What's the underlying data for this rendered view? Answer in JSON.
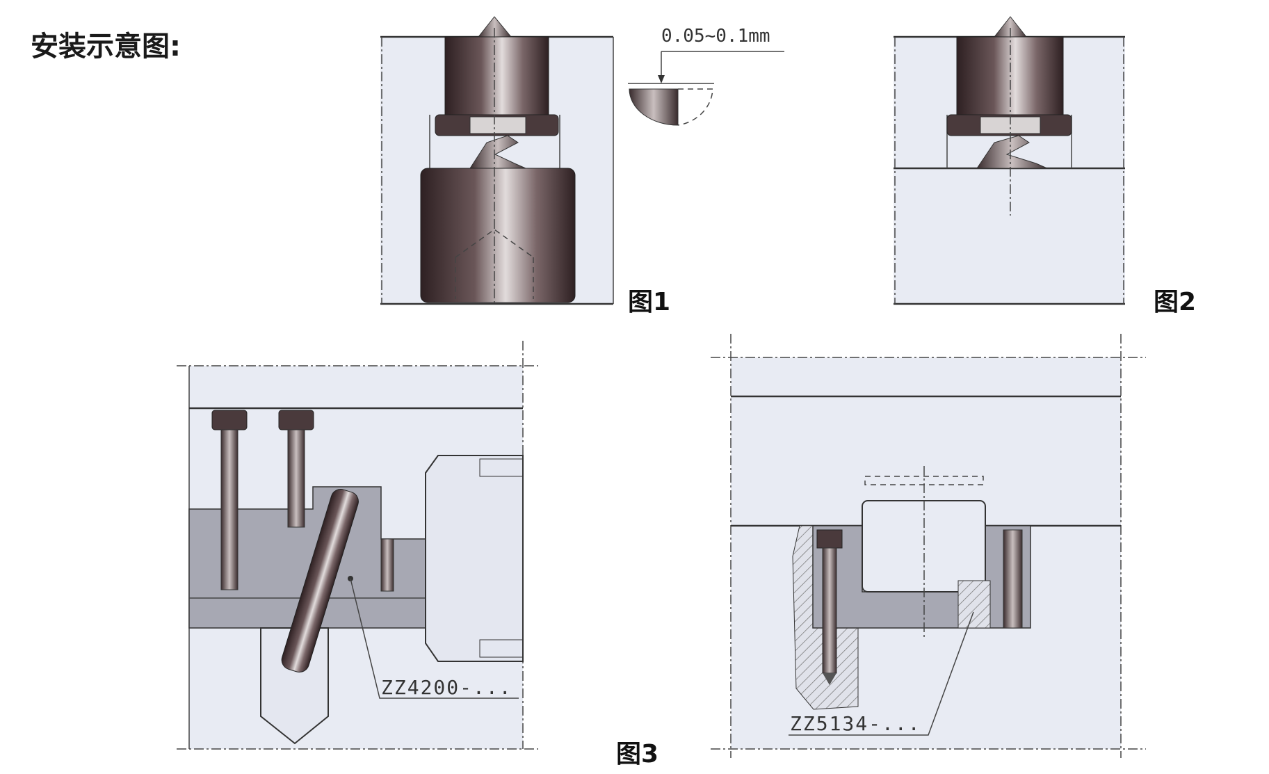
{
  "heading": "安装示意图:",
  "figure1": {
    "label": "图1",
    "dimension": "0.05~0.1mm"
  },
  "figure2": {
    "label": "图2"
  },
  "figure3": {
    "label": "图3",
    "callout_left": "ZZ4200-...",
    "callout_right": "ZZ5134-..."
  },
  "colors": {
    "plate": "#e8ebf3",
    "section": "#a7a8b3",
    "metal_dark": "#3b2a2c",
    "metal_light": "#d9d2d2"
  }
}
